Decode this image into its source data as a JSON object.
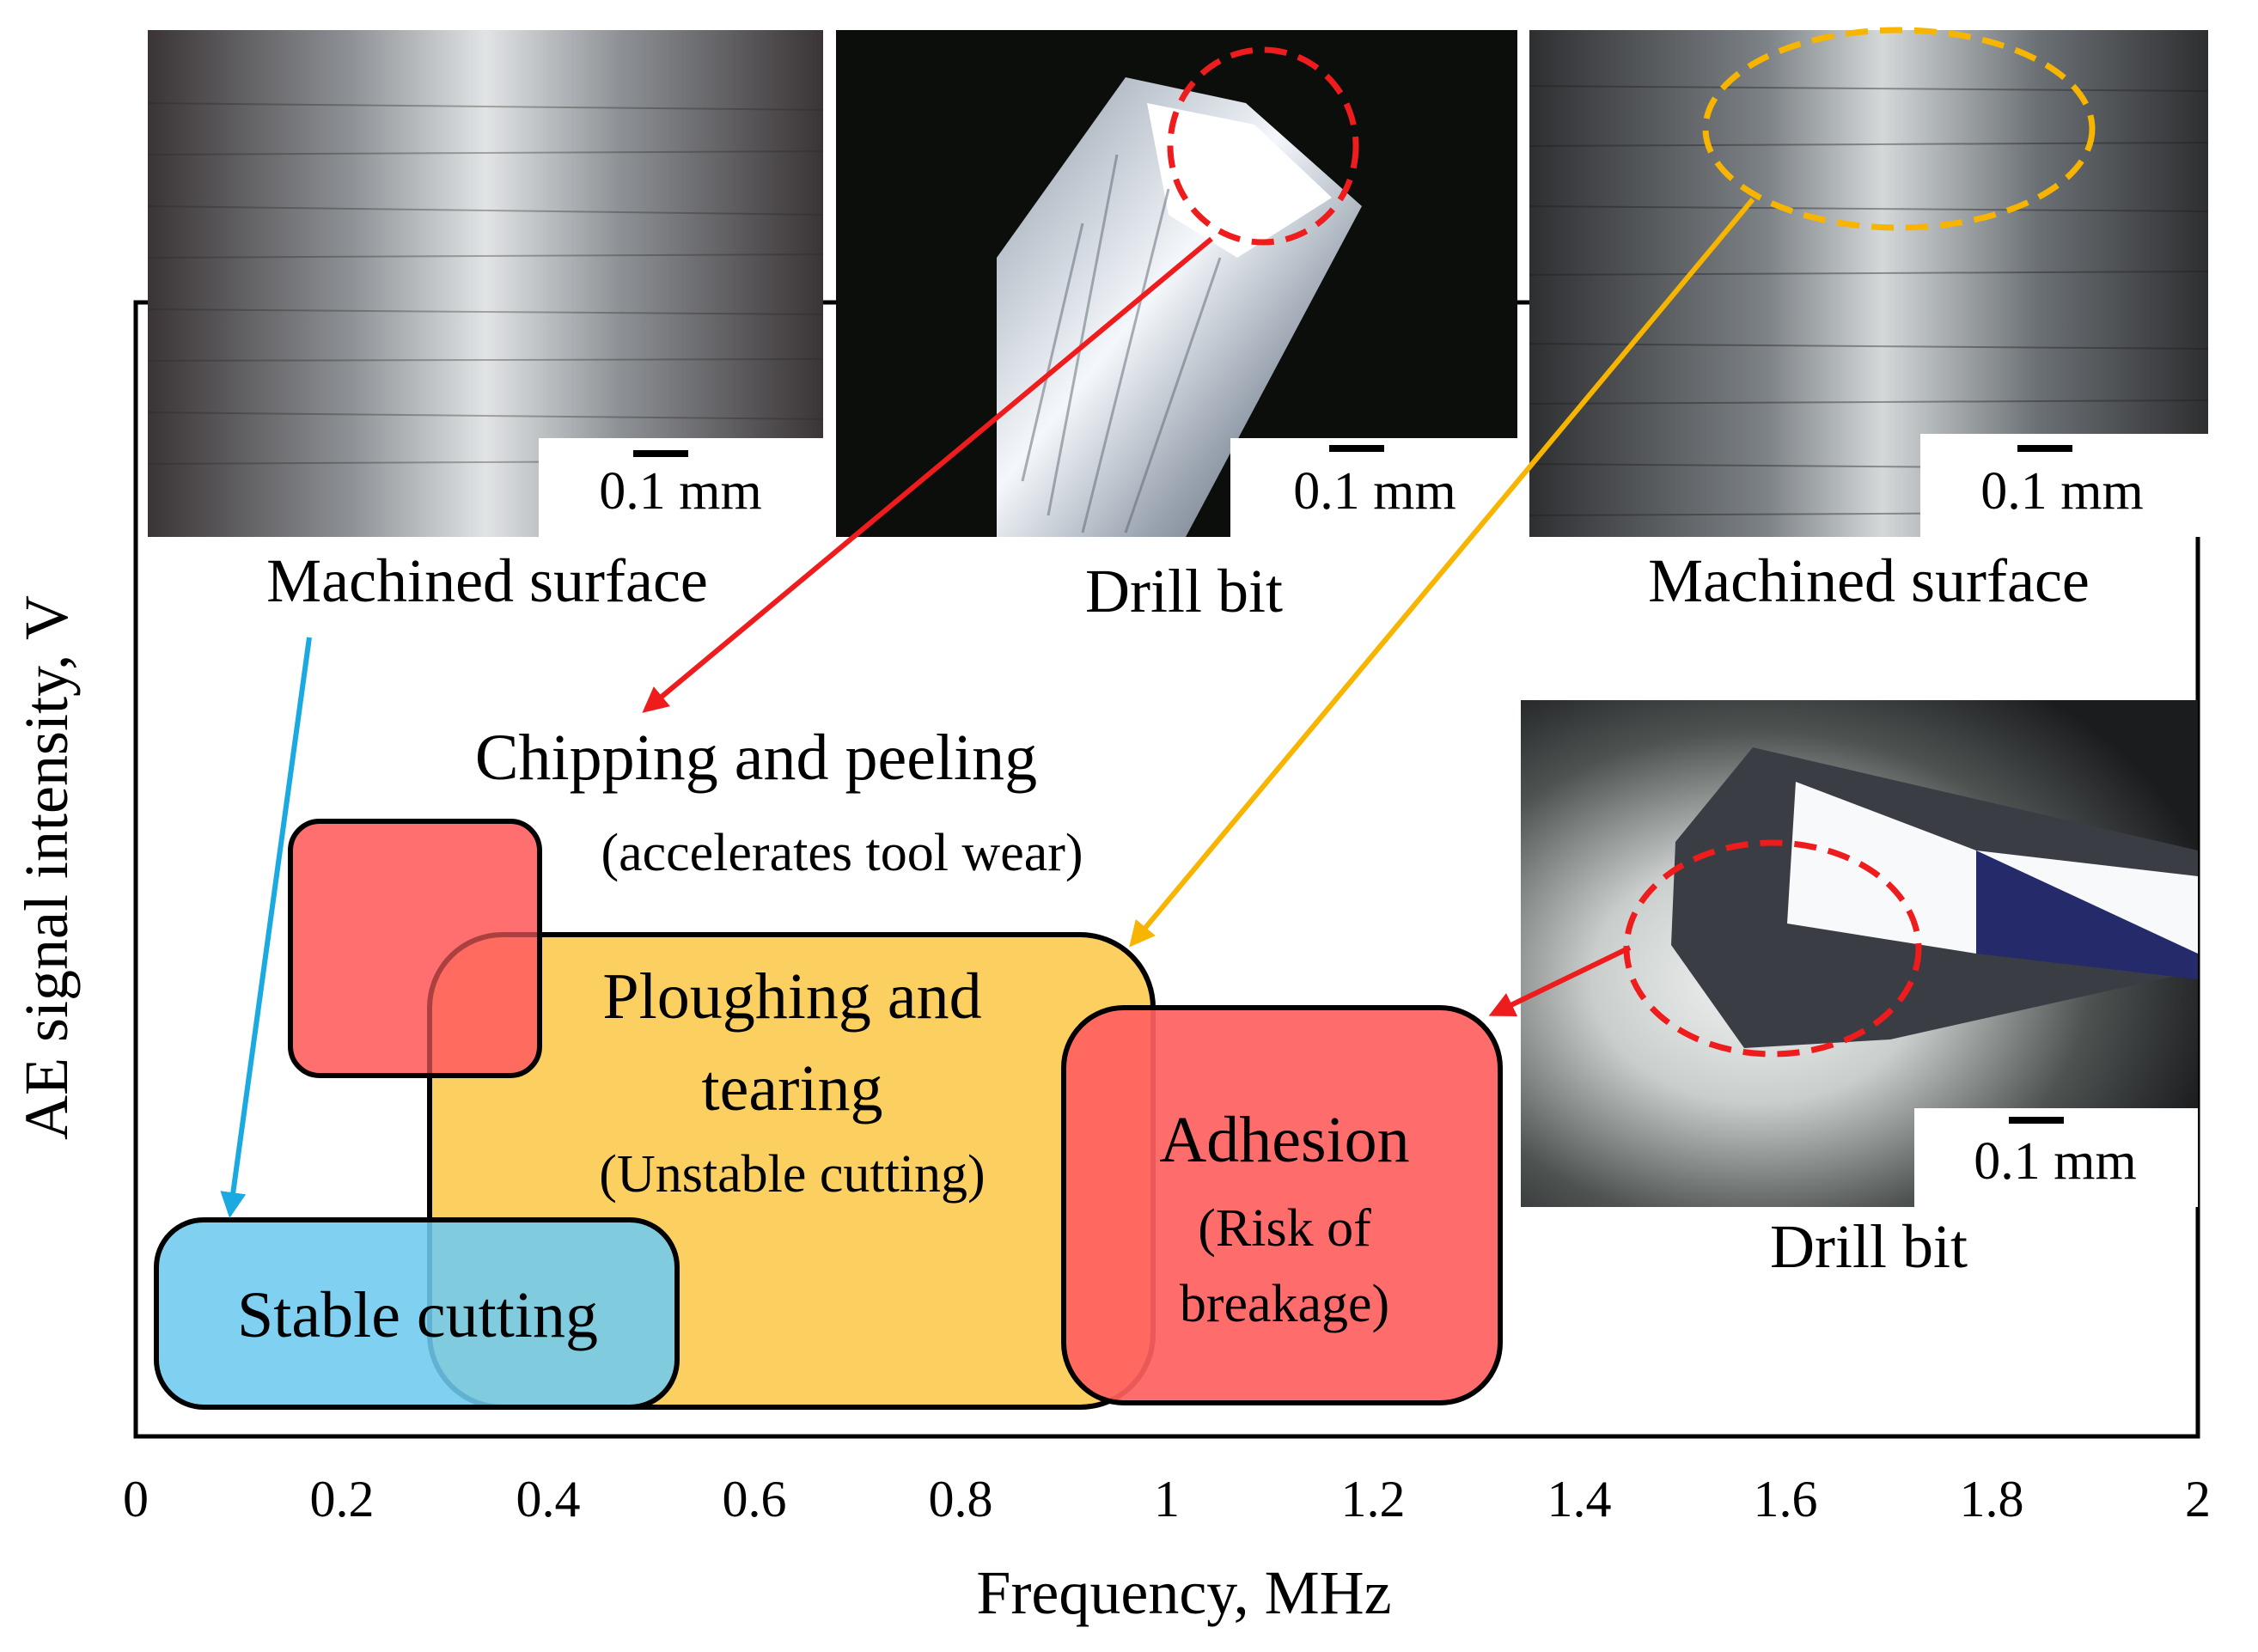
{
  "axes": {
    "x_label": "Frequency, MHz",
    "y_label": "AE signal intensity, V",
    "x_ticks": [
      "0",
      "0.2",
      "0.4",
      "0.6",
      "0.8",
      "1",
      "1.2",
      "1.4",
      "1.6",
      "1.8",
      "2"
    ]
  },
  "regions": {
    "stable": {
      "title": "Stable cutting"
    },
    "ploughing": {
      "title_line1": "Ploughing and",
      "title_line2": "tearing",
      "note": "(Unstable cutting)"
    },
    "chipping": {
      "title": "Chipping and peeling",
      "note": "(accelerates tool wear)"
    },
    "adhesion": {
      "title": "Adhesion",
      "note_line1": "(Risk of",
      "note_line2": "breakage)"
    }
  },
  "micrographs": [
    {
      "caption": "Machined surface",
      "scale": "0.1 mm"
    },
    {
      "caption": "Drill bit",
      "scale": "0.1 mm"
    },
    {
      "caption": "Machined surface",
      "scale": "0.1 mm"
    },
    {
      "caption": "Drill bit",
      "scale": "0.1 mm"
    }
  ],
  "colors": {
    "stable": "#6ec9ef",
    "ploughing": "#fcd060",
    "chipping": "#ff5f5f",
    "adhesion": "#ff5f5f",
    "arrow_red": "#ee1c1c",
    "arrow_orange": "#f7b500",
    "arrow_blue": "#1ba9e1"
  }
}
